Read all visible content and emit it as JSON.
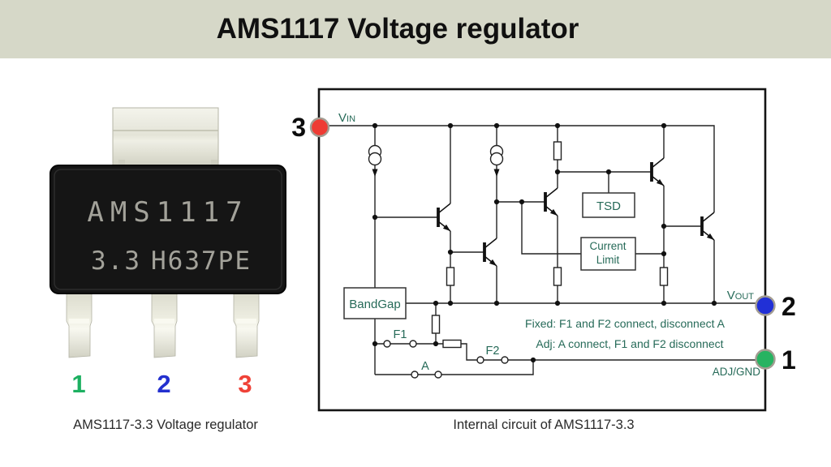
{
  "banner": {
    "title": "AMS1117 Voltage regulator",
    "bg_color": "#d6d8c8"
  },
  "chip": {
    "marking_line1": "AMS1117",
    "marking_voltage": "3.3",
    "marking_lot": "H637PE",
    "pin_numbers": [
      {
        "label": "1",
        "color": "#1db061"
      },
      {
        "label": "2",
        "color": "#2330cf"
      },
      {
        "label": "3",
        "color": "#ef4137"
      }
    ],
    "caption": "AMS1117-3.3 Voltage regulator"
  },
  "schematic": {
    "caption": "Internal circuit of AMS1117-3.3",
    "text_color": "#266a58",
    "terminals": {
      "vin": {
        "cap": "V",
        "sub": "IN",
        "pin": "3",
        "color": "#ee3b33"
      },
      "vout": {
        "cap": "V",
        "sub": "OUT",
        "pin": "2",
        "color": "#2130d6"
      },
      "adj_gnd": {
        "label": "ADJ/GND",
        "pin": "1",
        "color": "#27b361"
      }
    },
    "blocks": {
      "tsd": "TSD",
      "current_limit_1": "Current",
      "current_limit_2": "Limit",
      "bandgap": "BandGap"
    },
    "switches": {
      "f1": "F1",
      "f2": "F2",
      "a": "A"
    },
    "notes": {
      "fixed": "Fixed: F1 and F2 connect, disconnect A",
      "adj": "Adj: A connect, F1 and F2 disconnect"
    }
  }
}
